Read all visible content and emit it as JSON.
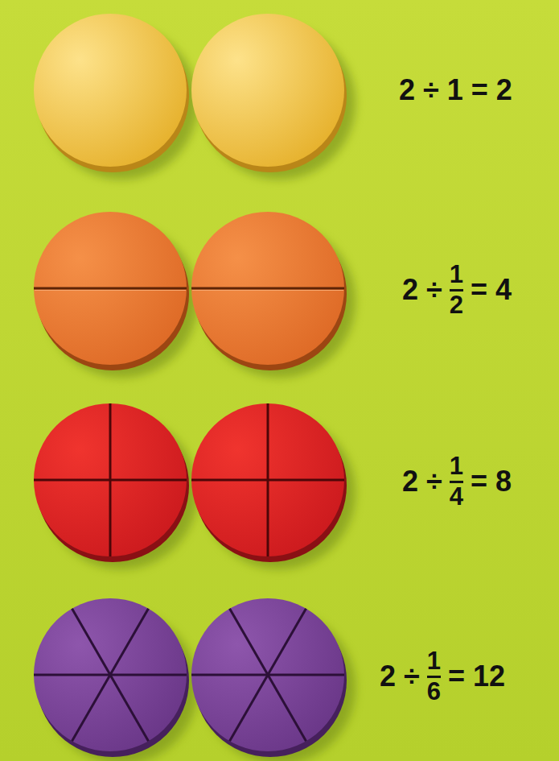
{
  "diagram": {
    "labels": [
      "2 ÷ 1 = 2",
      "2 ÷",
      "1",
      "2",
      "= 4",
      "2 ÷",
      "1",
      "4",
      "= 8",
      "2 ÷",
      "1",
      "6",
      "= 12"
    ]
  }
}
